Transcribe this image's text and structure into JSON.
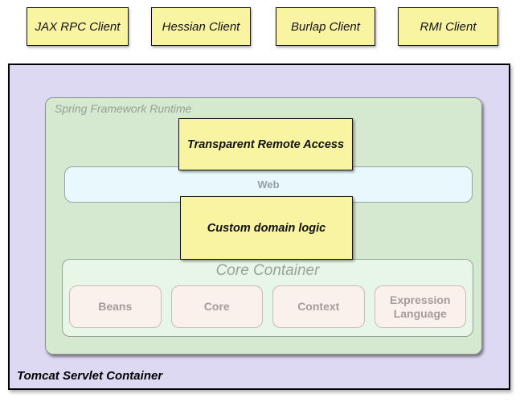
{
  "clients": [
    "JAX RPC Client",
    "Hessian Client",
    "Burlap Client",
    "RMI Client"
  ],
  "tomcat": {
    "label": "Tomcat Servlet Container"
  },
  "spring_runtime": {
    "label": "Spring Framework Runtime"
  },
  "remote_access": {
    "label": "Transparent Remote Access"
  },
  "web": {
    "label": "Web"
  },
  "domain_logic": {
    "label": "Custom domain logic"
  },
  "core_container": {
    "title": "Core Container",
    "modules": [
      "Beans",
      "Core",
      "Context",
      "Expression Language"
    ]
  },
  "colors": {
    "yellow": "#f9f4a1",
    "lavender": "#ded9f3",
    "runtime_green": "#d5e8d0",
    "core_green": "#e7f6e6",
    "web_blue": "#e9f8fc",
    "module_pink": "#faf1ec"
  }
}
